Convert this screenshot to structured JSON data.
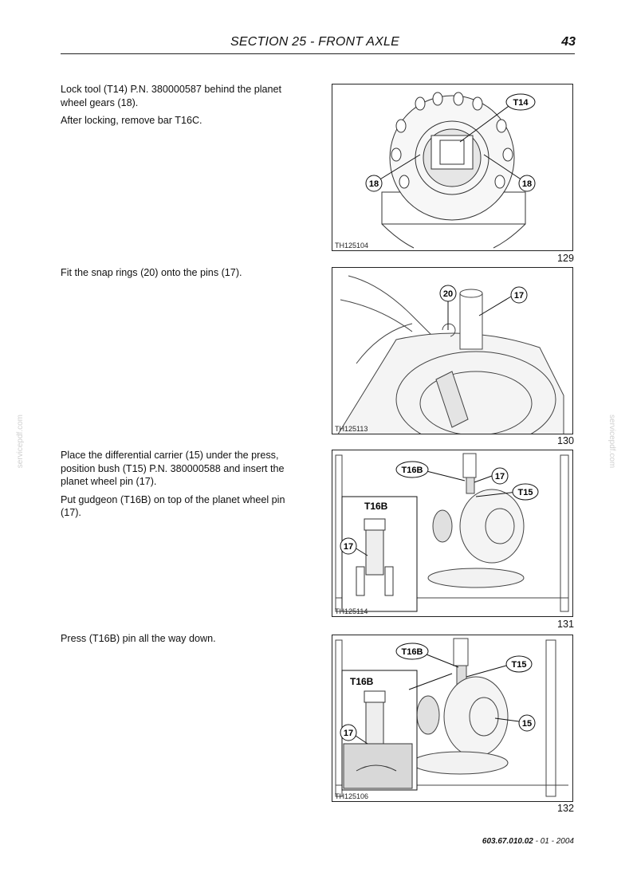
{
  "header": {
    "title": "SECTION 25 - FRONT AXLE",
    "page_number": "43"
  },
  "steps": [
    {
      "paragraphs": [
        "Lock tool (T14) P.N. 380000587 behind the planet wheel gears (18).",
        "After locking, remove bar T16C."
      ],
      "figure": {
        "code": "TH125104",
        "number": "129",
        "callouts": [
          "T14",
          "18",
          "18"
        ]
      }
    },
    {
      "paragraphs": [
        "Fit the snap rings (20) onto the pins (17)."
      ],
      "figure": {
        "code": "TH125113",
        "number": "130",
        "callouts": [
          "20",
          "17"
        ]
      }
    },
    {
      "paragraphs": [
        "Place the differential carrier (15) under the press, position bush (T15) P.N. 380000588 and insert the planet wheel pin (17).",
        "Put gudgeon (T16B) on top of the planet wheel pin (17)."
      ],
      "figure": {
        "code": "TH125114",
        "number": "131",
        "callouts": [
          "T16B",
          "17",
          "T15"
        ],
        "inset_label": "T16B",
        "inset_callout": "17"
      }
    },
    {
      "paragraphs": [
        "Press (T16B) pin all the way down."
      ],
      "figure": {
        "code": "TH125106",
        "number": "132",
        "callouts": [
          "T16B",
          "T15",
          "15"
        ],
        "inset_label": "T16B",
        "inset_callout": "17"
      }
    }
  ],
  "watermark": "servicepdf.com",
  "footer": {
    "doc_code": "603.67.010.02",
    "separator1": " - ",
    "issue": "01",
    "separator2": " - ",
    "year": "2004"
  }
}
